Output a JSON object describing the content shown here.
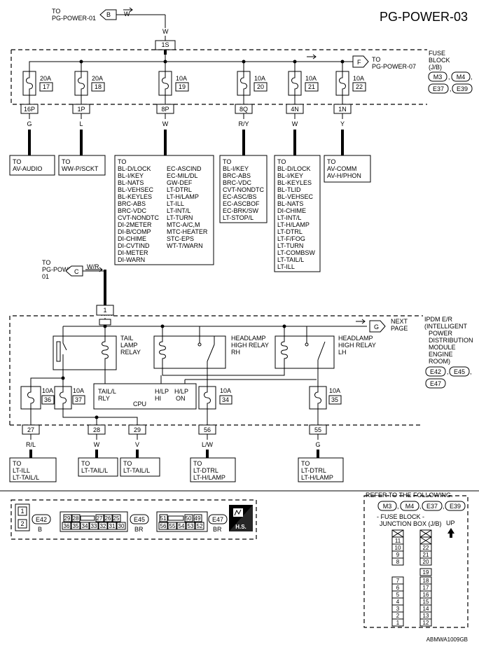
{
  "page_title": "PG-POWER-03",
  "top_connector": {
    "to_line1": "TO",
    "to_line2": "PG-POWER-01",
    "letter": "B",
    "wire": "W",
    "connector": "1S"
  },
  "fuse_block": {
    "label": [
      "FUSE",
      "BLOCK",
      "(J/B)"
    ],
    "connectors": [
      "M3",
      "M4",
      "E37",
      "E39"
    ],
    "to_pg07": {
      "letter": "F",
      "line1": "TO",
      "line2": "PG-POWER-07"
    },
    "fuses": [
      {
        "amp": "20A",
        "num": "17",
        "conn": "16P",
        "wire": "G"
      },
      {
        "amp": "20A",
        "num": "18",
        "conn": "1P",
        "wire": "L"
      },
      {
        "amp": "10A",
        "num": "19",
        "conn": "8P",
        "wire": "W"
      },
      {
        "amp": "10A",
        "num": "20",
        "conn": "8Q",
        "wire": "R/Y"
      },
      {
        "amp": "10A",
        "num": "21",
        "conn": "4N",
        "wire": "W"
      },
      {
        "amp": "10A",
        "num": "22",
        "conn": "1N",
        "wire": "Y"
      }
    ],
    "destinations": {
      "av_audio": [
        "TO",
        "AV-AUDIO"
      ],
      "ww_psckt": [
        "TO",
        "WW-P/SCKT"
      ],
      "box19_col1": [
        "TO",
        "BL-D/LOCK",
        "BL-I/KEY",
        "BL-NATS",
        "BL-VEHSEC",
        "BL-KEYLES",
        "BRC-ABS",
        "BRC-VDC",
        "CVT-NONDTC",
        "DI-2METER",
        "DI-B/COMP",
        "DI-CHIME",
        "DI-CVTIND",
        "DI-METER",
        "DI-WARN"
      ],
      "box19_col2": [
        "EC-ASCIND",
        "EC-MIL/DL",
        "GW-DEF",
        "LT-DTRL",
        "LT-H/LAMP",
        "LT-ILL",
        "LT-INT/L",
        "LT-TURN",
        "MTC-A/C,M",
        "MTC-HEATER",
        "STC-EPS",
        "WT-T/WARN"
      ],
      "box20": [
        "TO",
        "BL-I/KEY",
        "BRC-ABS",
        "BRC-VDC",
        "CVT-NONDTC",
        "EC-ASC/BS",
        "EC-ASCBOF",
        "EC-BRK/SW",
        "LT-STOP/L"
      ],
      "box21": [
        "TO",
        "BL-D/LOCK",
        "BL-I/KEY",
        "BL-KEYLES",
        "BL-TLID",
        "BL-VEHSEC",
        "BL-NATS",
        "DI-CHIME",
        "LT-INT/L",
        "LT-H/LAMP",
        "LT-DTRL",
        "LT-F/FOG",
        "LT-TURN",
        "LT-COMBSW",
        "LT-TAIL/L",
        "LT-ILL"
      ],
      "av_comm": [
        "TO",
        "AV-COMM",
        "AV-H/PHON"
      ]
    }
  },
  "second_connector": {
    "to_line1": "TO",
    "to_line2": "PG-POWER-",
    "to_line3": "01",
    "letter": "C",
    "wire": "W/R",
    "wire_down": "W/R",
    "connector": "1"
  },
  "ipdm": {
    "label": [
      "IPDM E/R",
      "(INTELLIGENT",
      "POWER",
      "DISTRIBUTION",
      "MODULE",
      "ENGINE",
      "ROOM)"
    ],
    "connectors": [
      "E42",
      "E45",
      "E47"
    ],
    "next_page": {
      "letter": "G",
      "line1": "NEXT",
      "line2": "PAGE"
    },
    "tail_relay": [
      "TAIL",
      "LAMP",
      "RELAY"
    ],
    "hl_rh": [
      "HEADLAMP",
      "HIGH RELAY",
      "RH"
    ],
    "hl_lh": [
      "HEADLAMP",
      "HIGH RELAY",
      "LH"
    ],
    "cpu": {
      "tail": [
        "TAIL/L",
        "RLY"
      ],
      "hlp_hi": [
        "H/LP",
        "HI"
      ],
      "hlp_on": [
        "H/LP",
        "ON"
      ],
      "name": "CPU"
    },
    "fuses": [
      {
        "amp": "10A",
        "num": "36"
      },
      {
        "amp": "10A",
        "num": "37"
      },
      {
        "amp": "10A",
        "num": "34"
      },
      {
        "amp": "10A",
        "num": "35"
      }
    ],
    "outputs": [
      {
        "conn": "27",
        "wire": "R/L",
        "to": [
          "TO",
          "LT-ILL",
          "LT-TAIL/L"
        ]
      },
      {
        "conn": "28",
        "wire": "W",
        "to": [
          "TO",
          "LT-TAIL/L"
        ]
      },
      {
        "conn": "29",
        "wire": "V",
        "to": [
          "TO",
          "LT-TAIL/L"
        ]
      },
      {
        "conn": "56",
        "wire": "L/W",
        "to": [
          "TO",
          "LT-DTRL",
          "LT-H/LAMP"
        ]
      },
      {
        "conn": "55",
        "wire": "G",
        "to": [
          "TO",
          "LT-DTRL",
          "LT-H/LAMP"
        ]
      }
    ]
  },
  "connector_views": {
    "e42": {
      "pins": [
        "1",
        "2"
      ],
      "name": "E42",
      "color": "B"
    },
    "e45": {
      "row1": [
        "29",
        "28",
        "27",
        "26",
        "25"
      ],
      "row2": [
        "36",
        "35",
        "34",
        "33",
        "32",
        "31",
        "30"
      ],
      "name": "E45",
      "color": "BR"
    },
    "e47": {
      "row1": [
        "51",
        "50",
        "49"
      ],
      "row2": [
        "56",
        "55",
        "54",
        "53",
        "52"
      ],
      "name": "E47",
      "color": "BR"
    },
    "hs": "H.S."
  },
  "refer": {
    "title": "REFER TO THE FOLLOWING.",
    "connectors": [
      "M3",
      "M4",
      "E37",
      "E39"
    ],
    "line1": "- FUSE BLOCK -",
    "line2": "JUNCTION BOX (J/B)",
    "up": "UP",
    "left_top": [
      "11",
      "10",
      "9",
      "8"
    ],
    "left_bottom": [
      "7",
      "6",
      "5",
      "4",
      "3",
      "2",
      "1"
    ],
    "right_top": [
      "22",
      "21",
      "20"
    ],
    "right_mid": [
      "19"
    ],
    "right_bottom": [
      "18",
      "17",
      "16",
      "15",
      "14",
      "13",
      "12"
    ]
  },
  "footer_code": "ABMWA1009GB"
}
